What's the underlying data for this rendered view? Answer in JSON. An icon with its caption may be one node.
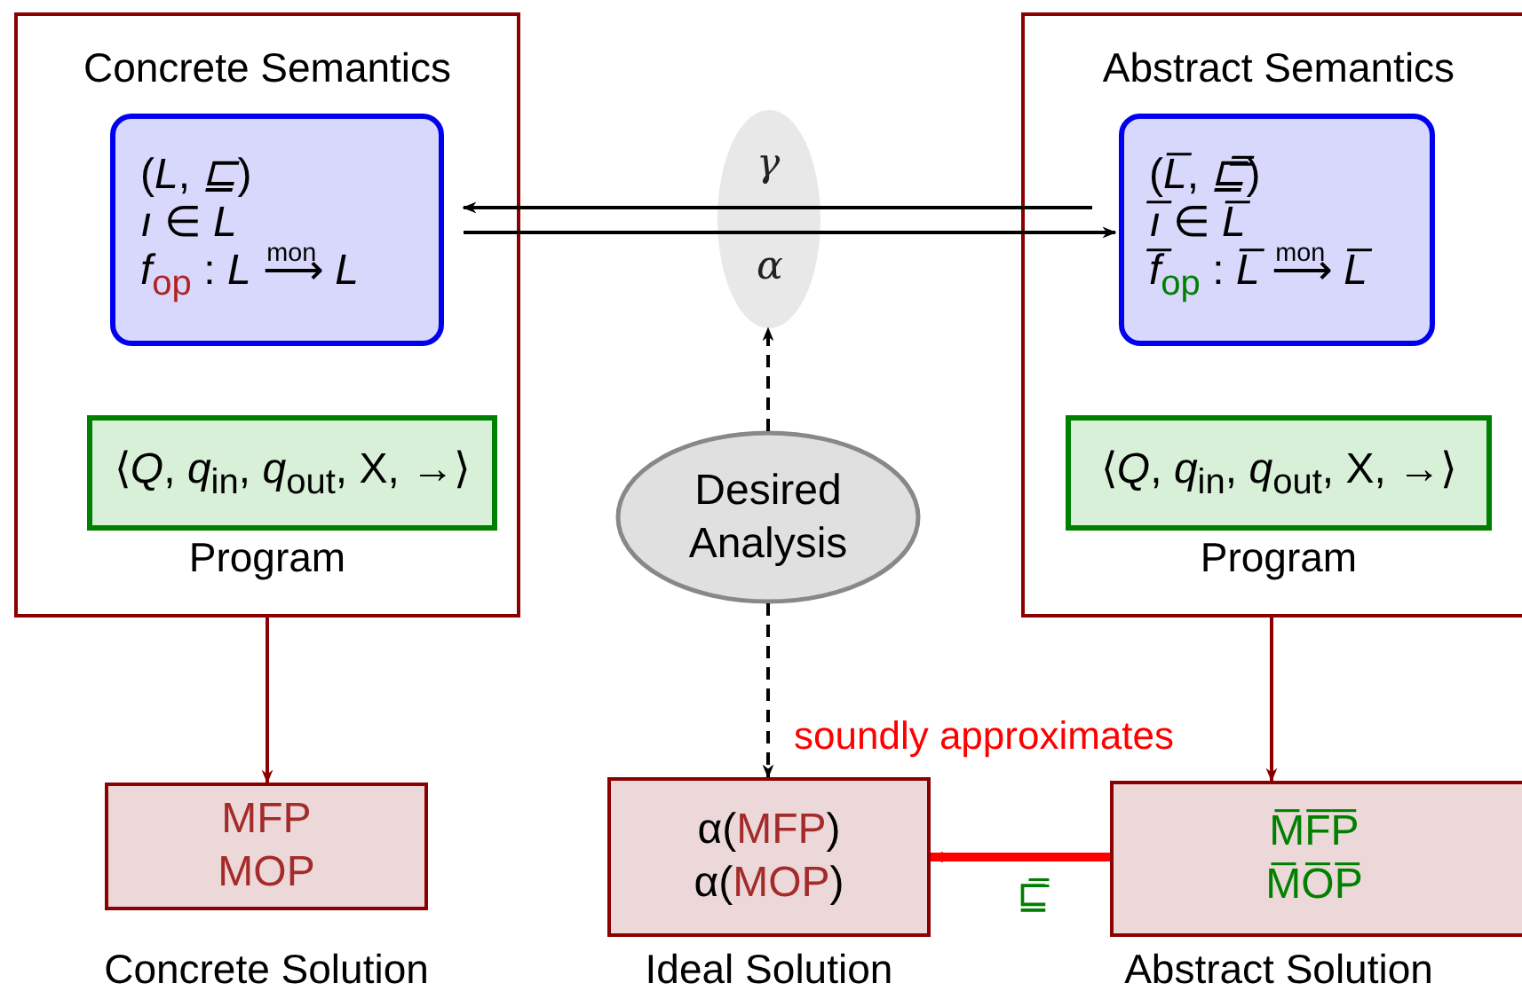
{
  "diagram": {
    "nodes": [
      {
        "text": [
          "Concrete Semantics",
          "Program"
        ]
      },
      {
        "text": [
          "(*L*, *⊑*)",
          "*ı* ∈ *L*",
          "*f*$_{op}$ : *L* $^{mon}$⟶ *L*"
        ],
        "in": 0
      },
      {
        "text": [
          "⟨*Q*, *q*$_{in}$, *q*$_{out}$, X, →⟩"
        ],
        "in": 0
      },
      {
        "text": [
          "Abstract Semantics",
          "Program"
        ]
      },
      {
        "text": [
          "(*L̅*, *⊑̿*)",
          "*ı̅* ∈ *L̅*",
          "*f̅*$_{op}$ : *L̅* $^{mon}$⟶ *L̅*"
        ],
        "in": 3
      },
      {
        "text": [
          "⟨*Q*, *q*$_{in}$, *q*$_{out}$, X, →⟩"
        ],
        "in": 3
      },
      {
        "text": [
          "Desired Analysis"
        ]
      },
      {
        "text": [
          "MFP",
          "MOP"
        ],
        "beside": [
          "Concrete Solution"
        ]
      },
      {
        "text": [
          "α(MFP)",
          "α(MOP)"
        ],
        "beside": [
          "Ideal Solution"
        ]
      },
      {
        "text": [
          "M̅F̅P̅",
          "M̅O̅P̅"
        ],
        "beside": [
          "Abstract Solution"
        ]
      }
    ],
    "edges": [
      {
        "from": 4,
        "to": 1,
        "arrow": "to",
        "label": "γ"
      },
      {
        "from": 1,
        "to": 4,
        "arrow": "to",
        "label": "α"
      },
      {
        "from": 6,
        "to": null,
        "arrow": "to",
        "style": "dashed"
      },
      {
        "from": 6,
        "to": 8,
        "arrow": "to",
        "style": "dashed"
      },
      {
        "from": 0,
        "to": 7,
        "arrow": "to",
        "color": "#8b0000"
      },
      {
        "from": 3,
        "to": 9,
        "arrow": "to",
        "color": "#8b0000"
      },
      {
        "from": 9,
        "to": 8,
        "arrow": "to",
        "label": "⊑̿",
        "style": "thick",
        "color": "#ff0000"
      }
    ],
    "labels": [
      "soundly approximates"
    ]
  }
}
